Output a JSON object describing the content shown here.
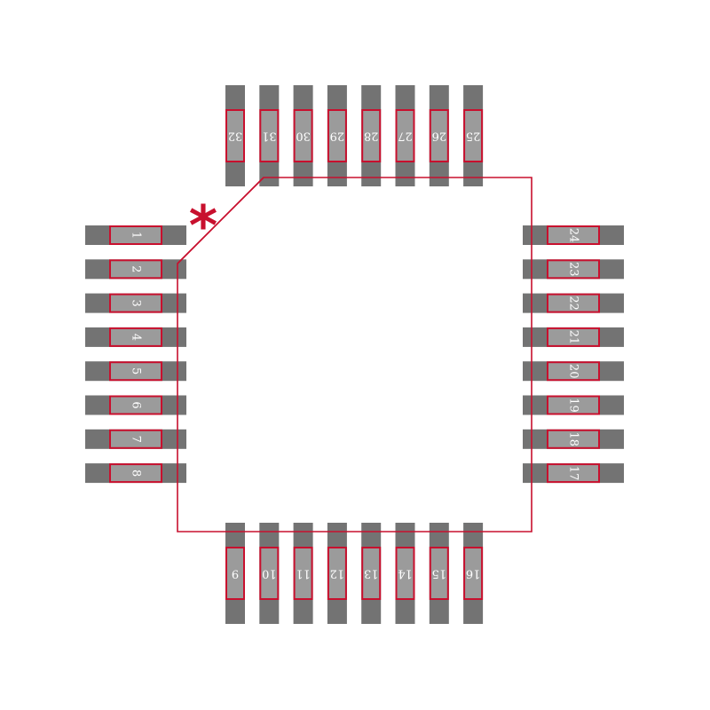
{
  "package": {
    "outline_color": "#c8102e",
    "pad_color": "#737373",
    "pad_inner_color": "#9b9b9b",
    "label_color": "#ffffff"
  },
  "pin1_marker": "*",
  "pins": {
    "left": [
      "1",
      "2",
      "3",
      "4",
      "5",
      "6",
      "7",
      "8"
    ],
    "bottom": [
      "9",
      "10",
      "11",
      "12",
      "13",
      "14",
      "15",
      "16"
    ],
    "right": [
      "17",
      "18",
      "19",
      "20",
      "21",
      "22",
      "23",
      "24"
    ],
    "top": [
      "25",
      "26",
      "27",
      "28",
      "29",
      "30",
      "31",
      "32"
    ]
  }
}
